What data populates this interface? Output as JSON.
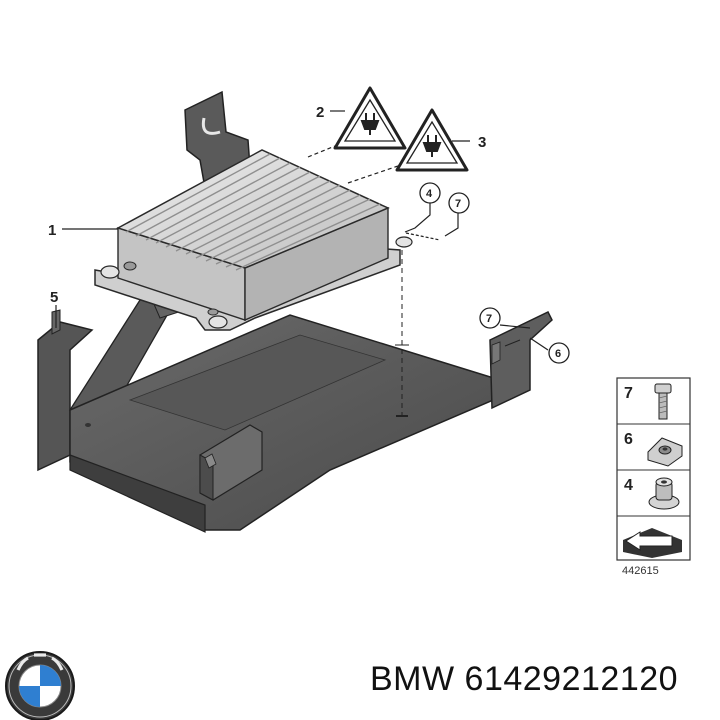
{
  "callouts": {
    "c1": "1",
    "c2": "2",
    "c3": "3",
    "c4": "4",
    "c5": "5",
    "c6": "6",
    "c7a": "7",
    "c7b": "7"
  },
  "legend": {
    "items": [
      "7",
      "6",
      "4"
    ]
  },
  "diagram_id": "442615",
  "caption": {
    "brand": "BMW",
    "part_number": "61429212120"
  },
  "colors": {
    "bracket": "#5e5e5e",
    "module": "#d6d6d6",
    "outline": "#2a2a2a"
  }
}
